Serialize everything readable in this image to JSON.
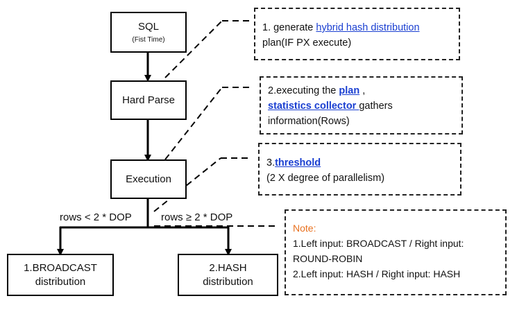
{
  "flow": {
    "sql": {
      "title": "SQL",
      "subtitle": "(Fist Time)"
    },
    "hard_parse": "Hard Parse",
    "execution": "Execution",
    "broadcast": {
      "line1": "1.BROADCAST",
      "line2": "distribution"
    },
    "hash": {
      "line1": "2.HASH",
      "line2": "distribution"
    },
    "branch_left": "rows < 2 * DOP",
    "branch_right": "rows ≥ 2 * DOP"
  },
  "notes": {
    "n1": {
      "prefix": "1. generate ",
      "link": "hybrid hash distribution",
      "suffix": "plan(IF PX execute)"
    },
    "n2": {
      "prefix": "2.executing the ",
      "link1": "plan",
      "mid": " ,",
      "link2": "statistics collector ",
      "suffix1": "gathers",
      "suffix2": "information(Rows)"
    },
    "n3": {
      "prefix": "3.",
      "link": "threshold",
      "suffix": "(2 X degree of parallelism)"
    },
    "n4": {
      "title": "Note:",
      "line1": "1.Left input: BROADCAST / Right input:",
      "line2": "ROUND-ROBIN",
      "line3": "2.Left input: HASH / Right input: HASH"
    }
  },
  "colors": {
    "link": "#1a3fd1",
    "note_title": "#e8701e"
  }
}
